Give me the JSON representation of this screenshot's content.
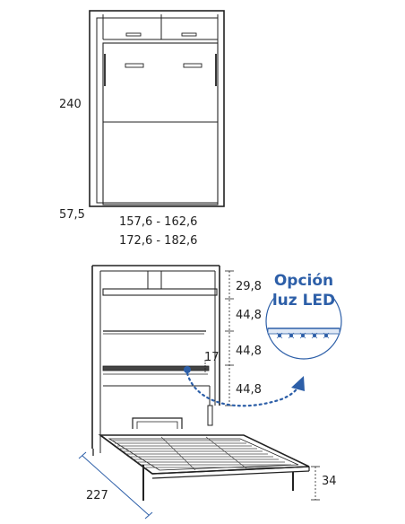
{
  "closed_view": {
    "height_label": "240",
    "depth_label": "57,5",
    "width_label_1": "157,6 - 162,6",
    "width_label_2": "172,6 - 182,6"
  },
  "open_view": {
    "shelf_dims": [
      "29,8",
      "44,8",
      "44,8",
      "44,8"
    ],
    "shelf_gap_label": "17",
    "bed_length_label": "227",
    "leg_height_label": "34"
  },
  "led_option": {
    "line1": "Opción",
    "line2": "luz LED",
    "accent_color": "#2d5fa8"
  }
}
